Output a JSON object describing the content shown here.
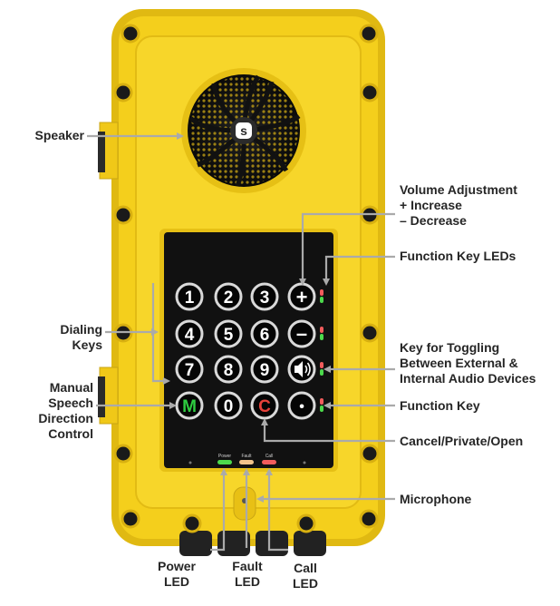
{
  "callouts": {
    "speaker": "Speaker",
    "volume_line1": "Volume Adjustment",
    "volume_line2": "+ Increase",
    "volume_line3": "– Decrease",
    "function_key_leds": "Function Key LEDs",
    "dialing_keys_line1": "Dialing",
    "dialing_keys_line2": "Keys",
    "toggle_line1": "Key for Toggling",
    "toggle_line2": "Between External &",
    "toggle_line3": "Internal Audio Devices",
    "manual_line1": "Manual",
    "manual_line2": "Speech",
    "manual_line3": "Direction",
    "manual_line4": "Control",
    "function_key": "Function Key",
    "cancel": "Cancel/Private/Open",
    "microphone": "Microphone",
    "power_led_line1": "Power",
    "power_led_line2": "LED",
    "fault_led_line1": "Fault",
    "fault_led_line2": "LED",
    "call_led_line1": "Call",
    "call_led_line2": "LED"
  },
  "keys": {
    "k1": "1",
    "k2": "2",
    "k3": "3",
    "plus": "+",
    "k4": "4",
    "k5": "5",
    "k6": "6",
    "minus": "–",
    "k7": "7",
    "k8": "8",
    "k9": "9",
    "m": "M",
    "k0": "0",
    "c": "C",
    "dot": "•"
  },
  "led_strip": {
    "power": "Power",
    "fault": "Fault",
    "call": "Call"
  },
  "colors": {
    "housing": "#f4cf1c",
    "housing_dark": "#d8b010",
    "panel": "#111111",
    "key_ring": "#d9d9d9",
    "m_key": "#2ecc40",
    "c_key": "#e8413a",
    "power_led": "#4cd94c",
    "fault_led": "#f2c38a",
    "call_led": "#f25c5c",
    "leader_line": "#aaaaaa"
  },
  "icons": {
    "logo": "logo-icon",
    "speaker_grille": "speaker-grille-icon",
    "volume": "volume-icon"
  }
}
